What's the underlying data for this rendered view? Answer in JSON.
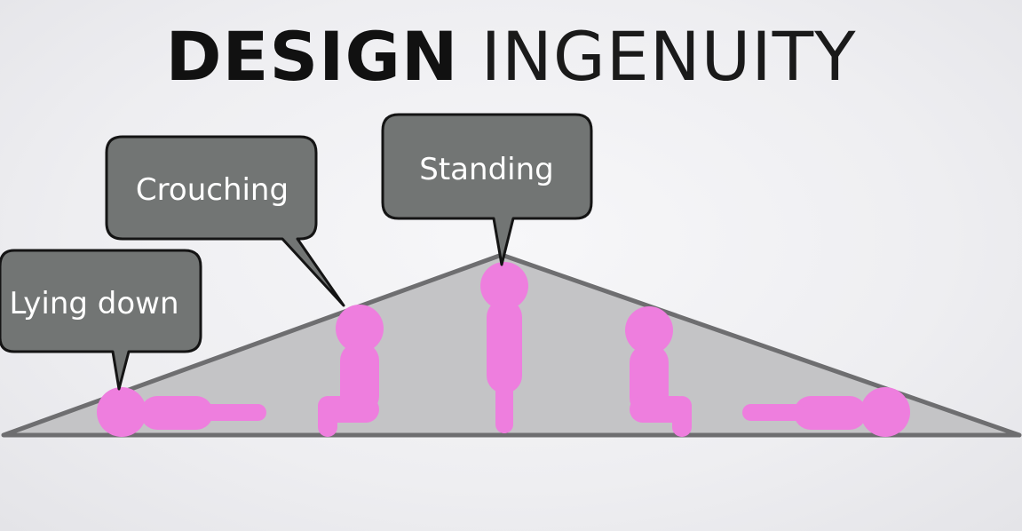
{
  "title": {
    "bold_part": "DESIGN",
    "light_part": "INGENUITY"
  },
  "bubbles": {
    "lying_down": "Lying down",
    "crouching": "Crouching",
    "standing": "Standing"
  },
  "colors": {
    "bubble_fill": "#727574",
    "bubble_stroke": "#141414",
    "figure": "#ee7ede",
    "triangle_fill": "#c4c4c6",
    "triangle_stroke": "#6e6e70"
  }
}
